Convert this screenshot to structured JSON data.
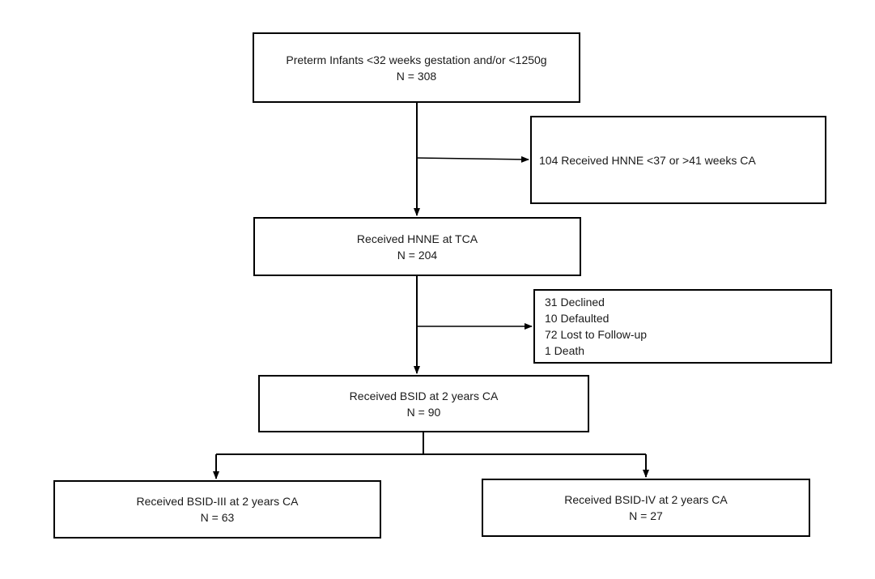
{
  "flowchart": {
    "enrolled": {
      "title": "Preterm Infants <32 weeks gestation and/or <1250g",
      "count": "N = 308"
    },
    "excluded_timing": {
      "text": "104 Received HNNE <37 or >41 weeks CA"
    },
    "hnne_tca": {
      "title": "Received HNNE at TCA",
      "count": "N = 204"
    },
    "attrition": {
      "items": [
        "31 Declined",
        "10 Defaulted",
        "72 Lost to Follow-up",
        "1 Death"
      ]
    },
    "bsid_2y": {
      "title": "Received BSID at 2 years CA",
      "count": "N = 90"
    },
    "bsid_iii": {
      "title": "Received BSID-III at 2 years CA",
      "count": "N = 63"
    },
    "bsid_iv": {
      "title": "Received BSID-IV at 2 years CA",
      "count": "N = 27"
    }
  }
}
